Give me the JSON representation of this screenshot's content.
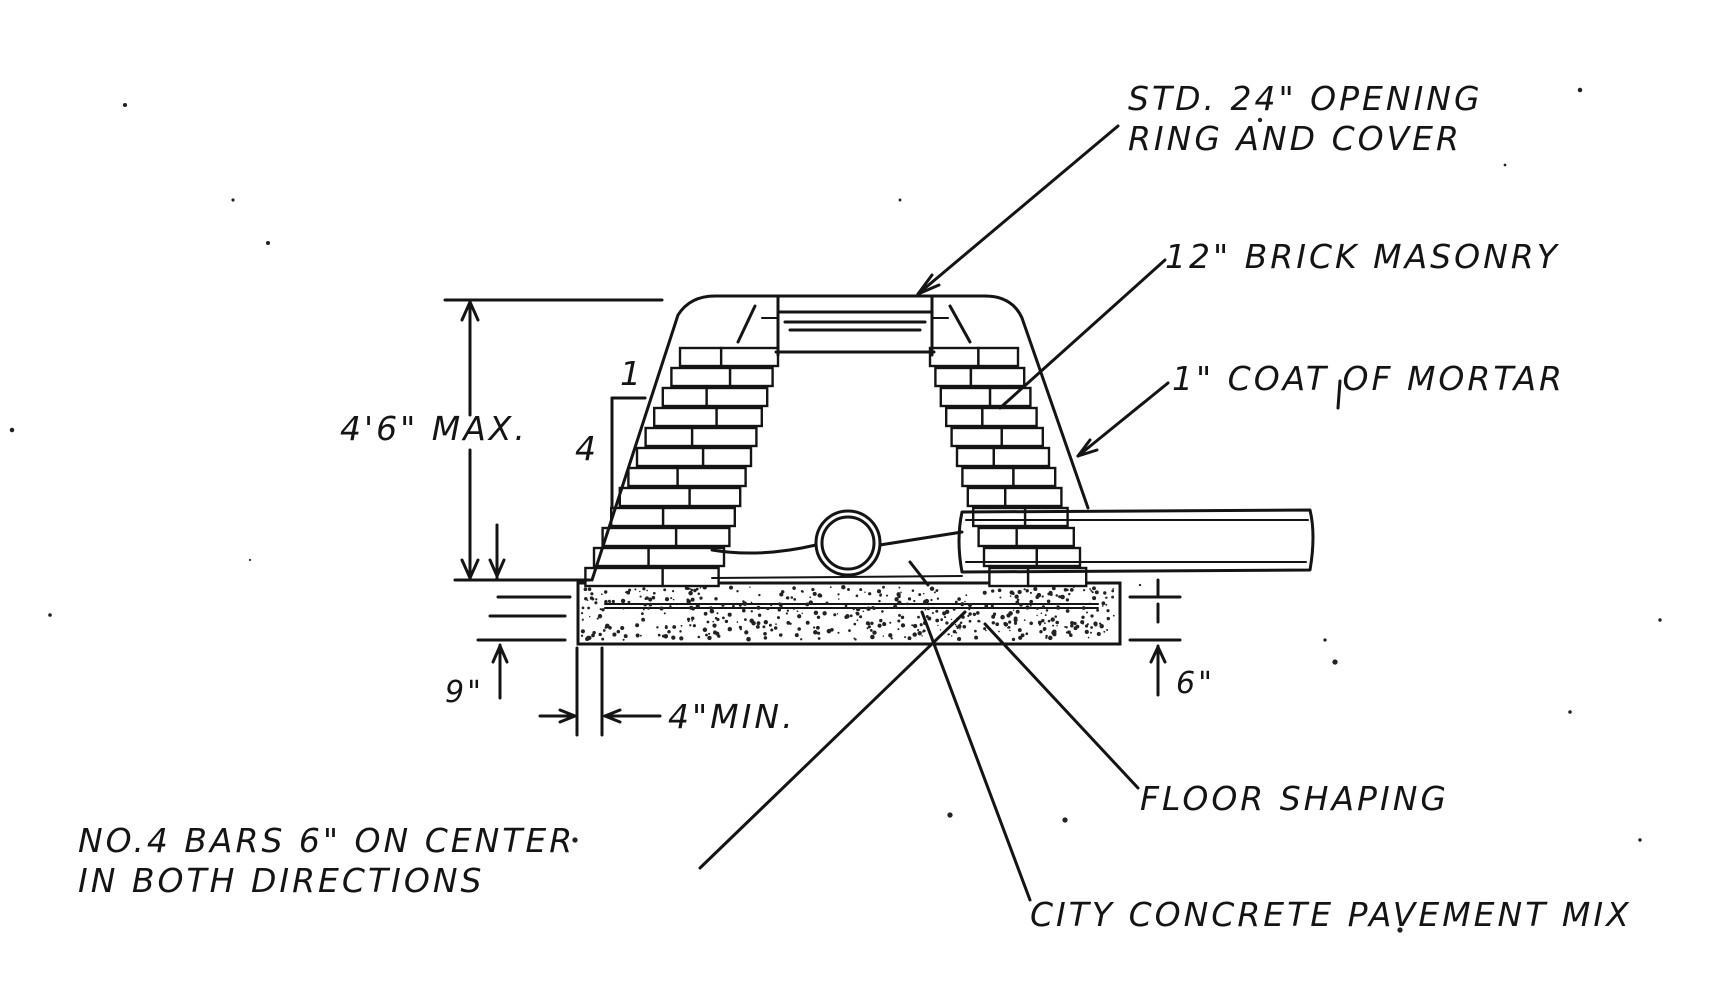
{
  "drawing": {
    "labels": {
      "opening_line1": "STD. 24\" OPENING",
      "opening_line2": "RING AND COVER",
      "masonry": "12\" BRICK MASONRY",
      "mortar": "1\" COAT OF MORTAR",
      "height": "4'6\" MAX.",
      "slope_rise": "1",
      "slope_run": "4",
      "slab_overhang": "9\"",
      "min_projection": "4\"MIN.",
      "slab_depth": "6\"",
      "floor": "FLOOR SHAPING",
      "bars_line1": "NO.4 BARS  6\" ON CENTER",
      "bars_line2": "IN BOTH DIRECTIONS",
      "concrete": "CITY CONCRETE PAVEMENT MIX"
    }
  }
}
